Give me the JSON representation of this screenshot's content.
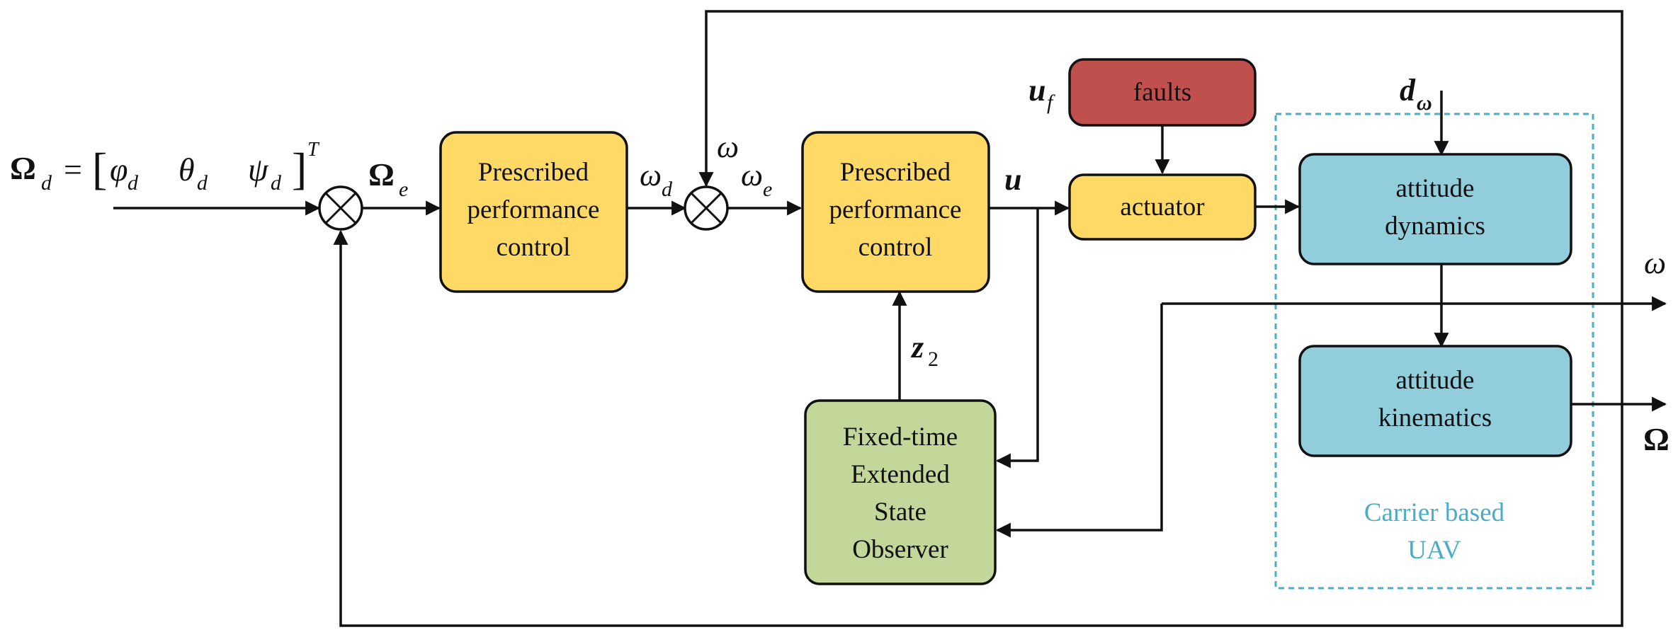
{
  "colors": {
    "yellow": "#FFD966",
    "red": "#C0504D",
    "blue": "#92CDDC",
    "green": "#C4D79B",
    "uav_border": "#4BACC6",
    "uav_text": "#4BACC6",
    "stroke": "#111111"
  },
  "blocks": {
    "ppc1": [
      "Prescribed",
      "performance",
      "control"
    ],
    "ppc2": [
      "Prescribed",
      "performance",
      "control"
    ],
    "faults": "faults",
    "actuator": "actuator",
    "dynamics": [
      "attitude",
      "dynamics"
    ],
    "kinematics": [
      "attitude",
      "kinematics"
    ],
    "observer": [
      "Fixed-time",
      "Extended",
      "State",
      "Observer"
    ]
  },
  "uav_group": [
    "Carrier based",
    "UAV"
  ],
  "symbols": {
    "omega_d_vec": "Ω",
    "sub_d": "d",
    "equals": "=",
    "bracket_open": "[",
    "bracket_close": "]",
    "phi": "φ",
    "theta": "θ",
    "psi": "ψ",
    "sup_T": "T",
    "omega_e_vec": "Ω",
    "sub_e": "e",
    "omega_small": "ω",
    "u": "u",
    "u_f_sub": "f",
    "d_vec": "d",
    "z": "z",
    "sub_2": "2",
    "omega_out": "ω",
    "Omega_out": "Ω"
  }
}
